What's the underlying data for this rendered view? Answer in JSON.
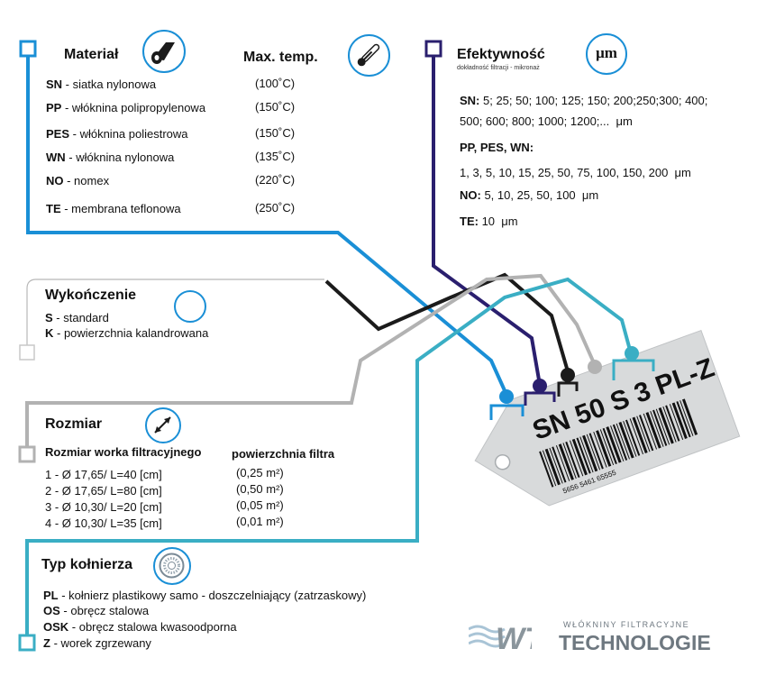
{
  "material": {
    "title": "Materiał",
    "temp_title": "Max. temp.",
    "icon": "fabric-roll-icon",
    "temp_icon": "thermometer-icon",
    "items": [
      {
        "code": "SN",
        "label": " - siatka nylonowa",
        "temp": "(100˚C)"
      },
      {
        "code": "PP",
        "label": " - włóknina polipropylenowa",
        "temp": "(150˚C)"
      },
      {
        "code": "PES",
        "label": " - włóknina poliestrowa",
        "temp": "(150˚C)"
      },
      {
        "code": "WN",
        "label": " - włóknina nylonowa",
        "temp": "(135˚C)"
      },
      {
        "code": "NO",
        "label": " - nomex",
        "temp": "(220˚C)"
      },
      {
        "code": "TE",
        "label": " - membrana teflonowa",
        "temp": "(250˚C)"
      }
    ]
  },
  "efficiency": {
    "title": "Efektywność",
    "subtitle": "dokładność filtracji - mikronaż",
    "icon_text": "μm",
    "sn_code": "SN:",
    "sn_line1": " 5; 25; 50; 100; 125; 150; 200;250;300; 400;",
    "sn_line2": "500; 600; 800; 1000; 1200;...",
    "sn_unit": "μm",
    "pp_head": "PP, PES, WN:",
    "pp_line": "1, 3, 5, 10, 15, 25, 50, 75, 100, 150, 200",
    "pp_unit": "μm",
    "no_code": "NO:",
    "no_line": " 5, 10, 25, 50, 100",
    "no_unit": "μm",
    "te_code": "TE:",
    "te_line": " 10",
    "te_unit": "μm"
  },
  "finish": {
    "title": "Wykończenie",
    "items": [
      {
        "code": "S",
        "label": " - standard"
      },
      {
        "code": "K",
        "label": " - powierzchnia kalandrowana"
      }
    ]
  },
  "size": {
    "title": "Rozmiar",
    "icon": "resize-arrow-icon",
    "col1": "Rozmiar worka filtracyjnego",
    "col2": "powierzchnia filtra",
    "rows": [
      {
        "size": "1 - Ø 17,65/ L=40 [cm]",
        "area": "(0,25 m²)"
      },
      {
        "size": "2 - Ø 17,65/ L=80 [cm]",
        "area": "(0,50 m²)"
      },
      {
        "size": "3 - Ø 10,30/ L=20 [cm]",
        "area": "(0,05 m²)"
      },
      {
        "size": "4 - Ø 10,30/ L=35 [cm]",
        "area": "(0,01 m²)"
      }
    ]
  },
  "flange": {
    "title": "Typ kołnierza",
    "icon": "flange-ring-icon",
    "items": [
      {
        "code": "PL",
        "label": " - kołnierz plastikowy samo - doszczelniający (zatrzaskowy)"
      },
      {
        "code": "OS",
        "label": " - obręcz stalowa"
      },
      {
        "code": "OSK",
        "label": " - obręcz stalowa kwasoodporna"
      },
      {
        "code": "Z",
        "label": " - worek zgrzewany"
      }
    ]
  },
  "tag": {
    "code": "SN 50 S 3 PL-Z",
    "barcode_digits": "5656  5461    65555"
  },
  "logo": {
    "top": "WŁÓKNINY FILTRACYJNE",
    "big": "TECHNOLOGIE",
    "mark": "WT"
  },
  "colors": {
    "material": "#1a8fd6",
    "efficiency": "#2a1f6e",
    "finish": "#1b1b1b",
    "size": "#b2b2b2",
    "flange": "#3aaec4"
  }
}
